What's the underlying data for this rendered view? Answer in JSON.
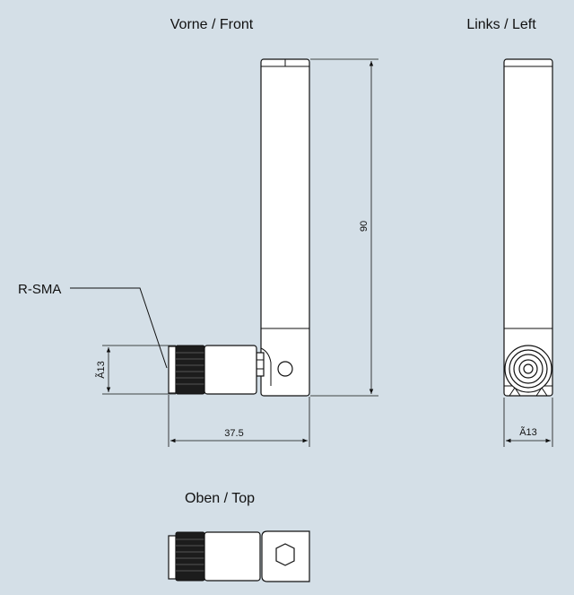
{
  "views": {
    "front_title": "Vorne / Front",
    "left_title": "Links / Left",
    "top_title": "Oben / Top"
  },
  "labels": {
    "connector": "R-SMA"
  },
  "dimensions": {
    "height": "90",
    "length": "37.5",
    "diameter_front": "Ã13",
    "diameter_left": "Ã13"
  },
  "colors": {
    "background": "#d4dfe7",
    "part_fill": "#ffffff",
    "ink": "#111111"
  }
}
